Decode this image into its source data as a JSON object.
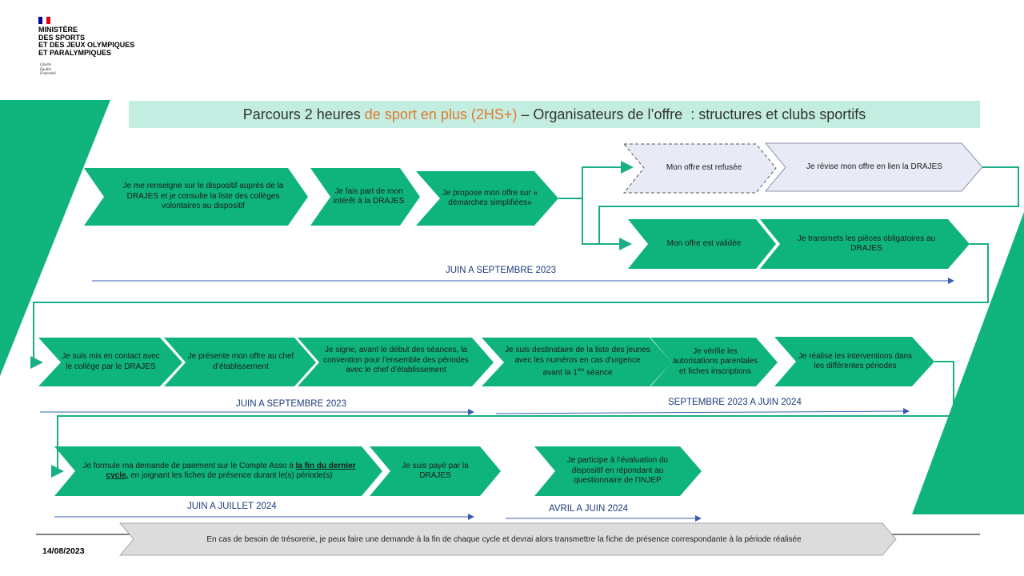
{
  "logo": {
    "lines": [
      "MINISTÈRE",
      "DES SPORTS",
      "ET DES JEUX OLYMPIQUES",
      "ET PARALYMPIQUES"
    ],
    "motto": [
      "Liberté",
      "Égalité",
      "Fraternité"
    ],
    "flag_colors": [
      "#000091",
      "#ffffff",
      "#e1000f"
    ]
  },
  "title": {
    "part1": "Parcours 2 heures ",
    "part2": "de sport en plus (2HS+)",
    "part3": " – Organisateurs de l’offre  : structures et clubs sportifs"
  },
  "colors": {
    "step_green": "#0fb47d",
    "refused_fill": "#e8ebf5",
    "title_bg": "#c2ede0",
    "connector": "#1aae86",
    "timeline": "#3a5cb0",
    "highlight": "#e07a33"
  },
  "steps": {
    "s1": "Je me renseigne sur le dispositif auprès de la DRAJES  et je consulte la liste des collèges volontaires au dispositif",
    "s2": "Je fais  part de mon intérêt à la DRAJES",
    "s3": "Je propose mon offre sur « démarches simplifiées»",
    "s4": "Mon offre est refusée",
    "s5": "Je révise mon offre en lien la DRAJES",
    "s6": "Mon offre est validée",
    "s7": "Je transmets les pièces obligatoires au DRAJES",
    "s8": "Je suis mis en contact avec le collège par le DRAJES",
    "s9": "Je présente mon offre au chef d’établissement",
    "s10": "Je signe, avant le début des séances, la convention pour l’ensemble des périodes avec le chef d’établissement",
    "s11a": "Je suis destinataire de la liste des jeunes avec les numéros en cas d’urgence avant la 1",
    "s11sup": "ère",
    "s11b": " séance",
    "s12": "Je vérifie les autorisations parentales et fiches inscriptions",
    "s13": "Je réalise les interventions dans les différentes périodes",
    "s14a": "Je formule ma demande de paiement sur le Compte Asso à ",
    "s14u": "la fin du dernier cycle,",
    "s14b": " en joignant les fiches de présence durant le(s) période(s)",
    "s15": "Je suis payé par la DRAJES",
    "s16": "Je participe à l’évaluation du dispositif en répondant au questionnaire de l’INJEP"
  },
  "periods": {
    "p1": "JUIN A SEPTEMBRE 2023",
    "p2": "JUIN A SEPTEMBRE 2023",
    "p3": "SEPTEMBRE 2023 A JUIN 2024",
    "p4": "JUIN A JUILLET 2024",
    "p5": "AVRIL A JUIN 2024"
  },
  "footer": {
    "date": "14/08/2023",
    "note": "En cas de besoin de trésorerie, je peux faire une demande à la fin de chaque cycle et devrai alors transmettre la fiche de présence correspondante à la période réalisée"
  }
}
